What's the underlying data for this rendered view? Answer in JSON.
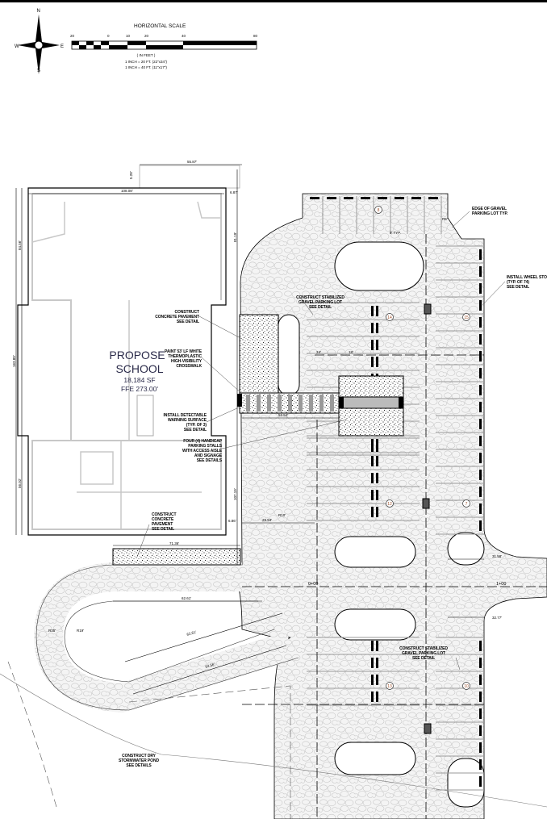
{
  "compass": {
    "n": "N",
    "s": "S",
    "e": "E",
    "w": "W"
  },
  "scale": {
    "title": "HORIZONTAL SCALE",
    "ticks": [
      "20",
      "0",
      "10",
      "20",
      "40",
      "80"
    ],
    "units": "( IN FEET )",
    "ratio1": "1 INCH = 20 FT. (22\"x34\")",
    "ratio2": "1 INCH = 40 FT. (11\"x17\")"
  },
  "building": {
    "name1": "PROPOSE",
    "name2": "SCHOOL",
    "area": "18,184 SF",
    "ffe": "FFE 273.00'"
  },
  "notes": {
    "concrete1": [
      "CONSTRUCT",
      "CONCRETE PAVEMENT",
      "SEE DETAIL"
    ],
    "crosswalk": [
      "PAINT 53' LF WHITE",
      "THERMOPLASTIC",
      "HIGH-VISIBILITY",
      "CROSSWALK"
    ],
    "warning": [
      "INSTALL DETECTABLE",
      "WARNING SURFACE",
      "(TYP. OF 3)",
      "SEE DETAIL"
    ],
    "handicap": [
      "FOUR (4) HANDICAP",
      "PARKING STALLS",
      "WITH ACCESS AISLE",
      "AND SIGNAGE",
      "SEE DETAILS"
    ],
    "concrete2": [
      "CONSTRUCT",
      "CONCRETE",
      "PAVEMENT",
      "SEE DETAIL"
    ],
    "edge": [
      "EDGE OF GRAVEL",
      "PARKING LOT TYP."
    ],
    "wheelstop": [
      "INSTALL WHEEL STOP",
      "(TYP. OF 74)",
      "SEE DETAIL"
    ],
    "gravel1": [
      "CONSTRUCT STABILIZED",
      "GRAVEL PARKING LOT",
      "SEE DETAIL"
    ],
    "gravel2": [
      "CONSTRUCT STABILIZED",
      "GRAVEL PARKING LOT",
      "SEE DETAIL"
    ],
    "pond": [
      "CONSTRUCT DRY",
      "STORMWATER POND",
      "SEE DETAILS"
    ]
  },
  "stations": {
    "s0": "0+00",
    "s1": "1+00"
  },
  "stall_counts": [
    "8",
    "14",
    "15",
    "12",
    "7",
    "13",
    "10"
  ],
  "dims": {
    "annex_width": "55.87'",
    "building_width": "108.08'",
    "offset_top": "6.87'",
    "annex_depth": "5.28'",
    "east_side": "81.19'",
    "west_total": "163.80'",
    "west_upper": "84.56'",
    "west_lower": "56.02'",
    "east_lower": "107.19'",
    "offset_bottom": "6.86'",
    "concrete_strip": "71.36'",
    "to_aisle": "28.54'",
    "crosswalk_len": "52.54'",
    "loop_top": "62.61'",
    "loop_mid": "62.61'",
    "loop_bottom": "64.56'",
    "r_outer": "R35'",
    "r_inner": "R19'",
    "right_1": "31.58'",
    "right_2": "32.77'",
    "aisle": "24'",
    "stall": "18'",
    "stall_width": "9' TYP.",
    "radius_5": "R5'",
    "radius_10": "R10'"
  }
}
